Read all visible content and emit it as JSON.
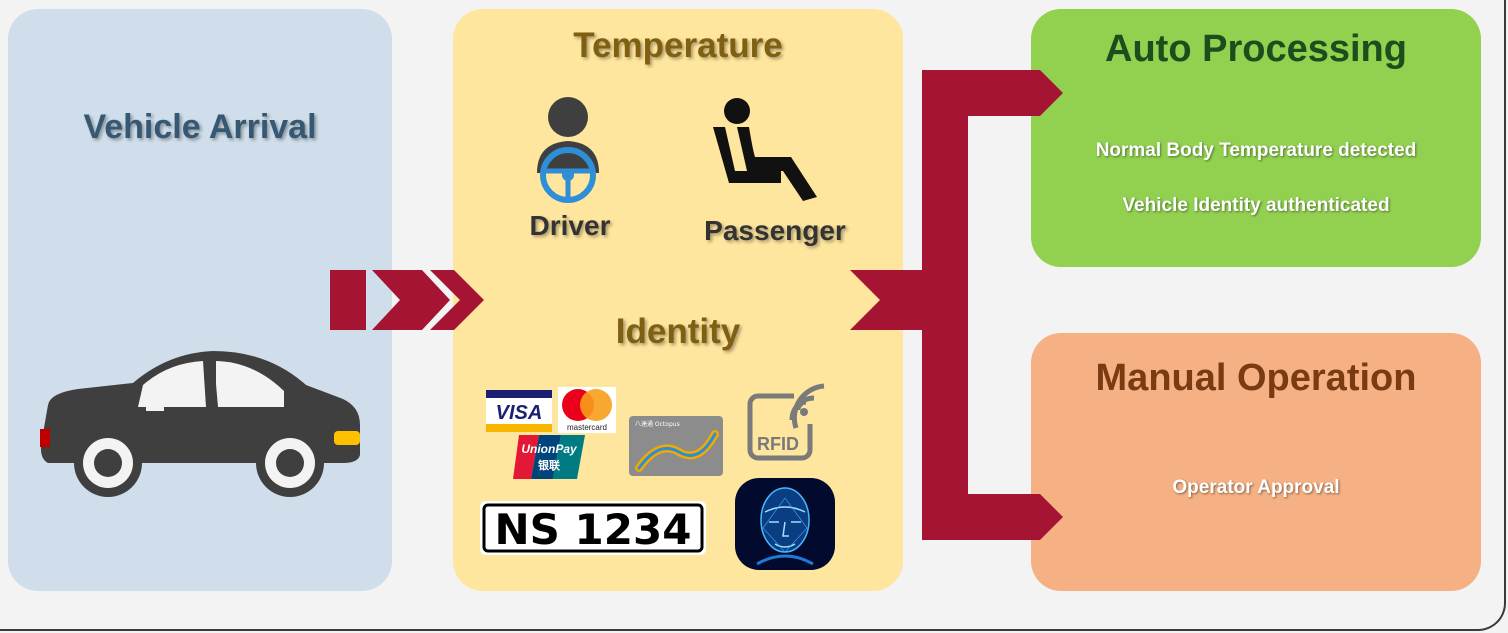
{
  "arrival": {
    "title": "Vehicle Arrival"
  },
  "checks": {
    "temperature_title": "Temperature",
    "driver_label": "Driver",
    "passenger_label": "Passenger",
    "identity_title": "Identity",
    "visa_text": "VISA",
    "mastercard_text": "mastercard",
    "unionpay_text": "UnionPay",
    "unionpay_cn": "银联",
    "octopus_text": "八達通 Octopus",
    "rfid_text": "RFID",
    "plate_text": "NS 1234"
  },
  "auto": {
    "title": "Auto Processing",
    "line1": "Normal Body Temperature detected",
    "line2": "Vehicle Identity authenticated"
  },
  "manual": {
    "title": "Manual Operation",
    "line1": "Operator Approval"
  },
  "colors": {
    "arrow": "#a51432",
    "arrival_bg": "#cfdeea",
    "check_bg": "#ffe69e",
    "auto_bg": "#92d050",
    "manual_bg": "#f5b183"
  }
}
